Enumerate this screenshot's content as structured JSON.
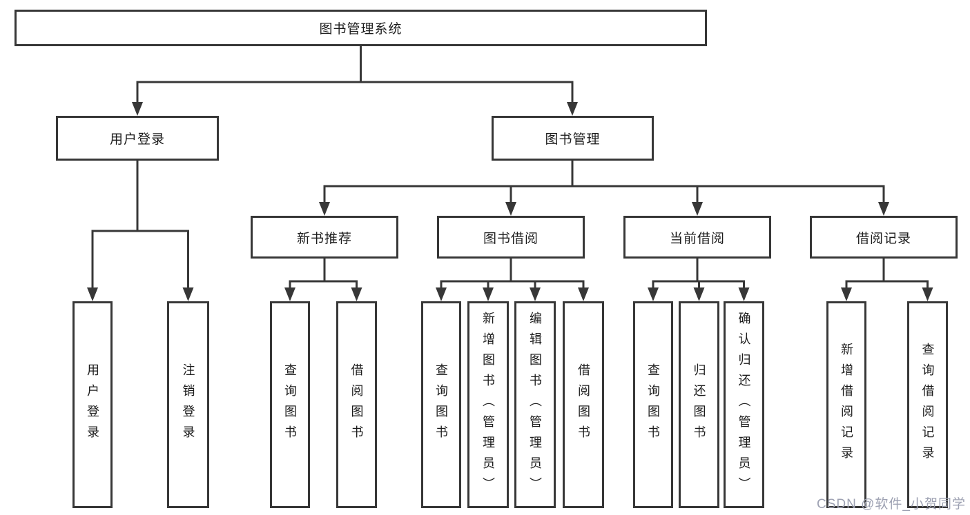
{
  "diagram": {
    "root": "图书管理系统",
    "branches": {
      "user_login": {
        "label": "用户登录",
        "children": [
          "用户登录",
          "注销登录"
        ]
      },
      "book_mgmt": {
        "label": "图书管理",
        "children": {
          "new_books": {
            "label": "新书推荐",
            "children": [
              "查询图书",
              "借阅图书"
            ]
          },
          "borrowing": {
            "label": "图书借阅",
            "children": [
              "查询图书",
              "新增图书（管理员）",
              "编辑图书（管理员）",
              "借阅图书"
            ]
          },
          "current": {
            "label": "当前借阅",
            "children": [
              "查询图书",
              "归还图书",
              "确认归还（管理员）"
            ]
          },
          "records": {
            "label": "借阅记录",
            "children": [
              "新增借阅记录",
              "查询借阅记录"
            ]
          }
        }
      }
    },
    "line_color": "#373737",
    "watermark": "CSDN @软件_小贺同学"
  }
}
